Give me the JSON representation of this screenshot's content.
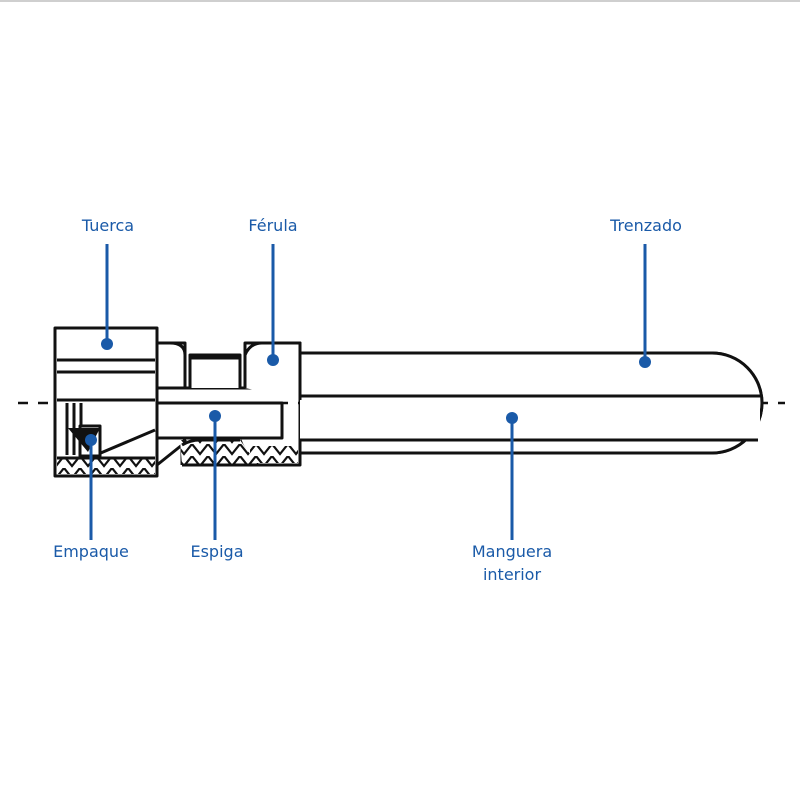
{
  "diagram": {
    "labels": {
      "tuerca": "Tuerca",
      "ferula": "Férula",
      "trenzado": "Trenzado",
      "empaque": "Empaque",
      "espiga": "Espiga",
      "manguera_1": "Manguera",
      "manguera_2": "interior"
    },
    "colors": {
      "accent": "#1a5aa8",
      "outline": "#111111",
      "frame_line": "#cfcfcf"
    }
  }
}
